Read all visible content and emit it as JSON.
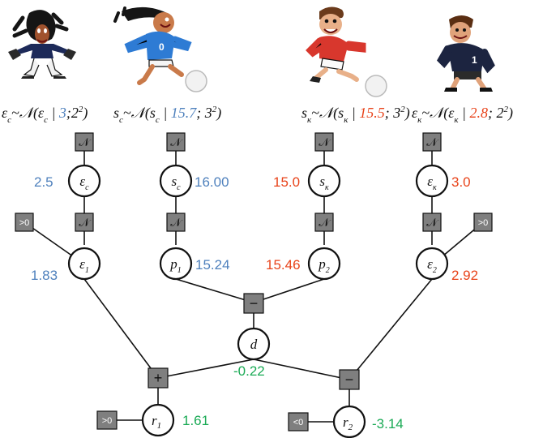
{
  "colors": {
    "blue": "#4F81BD",
    "red": "#E8431A",
    "green": "#1AAA55",
    "factor_fill": "#7f7f7f",
    "line": "#111111"
  },
  "players": [
    {
      "name": "goalkeeper-team-c",
      "icon": "cartoon-goalkeeper-blue-kit",
      "prior": {
        "var": "ε",
        "sub": "с",
        "mean": "3",
        "var2": "2",
        "mean_color": "blue",
        "sep": ";"
      }
    },
    {
      "name": "striker-team-c",
      "icon": "cartoon-striker-blue-kit",
      "prior": {
        "var": "s",
        "sub": "с",
        "mean": "15.7",
        "var2": "3",
        "mean_color": "blue",
        "sep": "; "
      }
    },
    {
      "name": "striker-team-k",
      "icon": "cartoon-striker-red-kit",
      "prior": {
        "var": "s",
        "sub": "к",
        "mean": "15.5",
        "var2": "3",
        "mean_color": "red",
        "sep": "; "
      }
    },
    {
      "name": "goalkeeper-team-k",
      "icon": "cartoon-goalkeeper-dark-kit",
      "prior": {
        "var": "ε",
        "sub": "к",
        "mean": "2.8",
        "var2": "2",
        "mean_color": "red",
        "sep": "; "
      }
    }
  ],
  "factors": {
    "normal": "𝒩",
    "minus": "−",
    "plus": "+",
    "gt0": ">0",
    "lt0": "<0"
  },
  "nodes": {
    "eps_c": {
      "label": "ε",
      "sub": "с",
      "value": "2.5",
      "color": "blue"
    },
    "s_c": {
      "label": "s",
      "sub": "с",
      "value": "16.00",
      "color": "blue"
    },
    "s_k": {
      "label": "s",
      "sub": "к",
      "value": "15.0",
      "color": "red"
    },
    "eps_k": {
      "label": "ε",
      "sub": "к",
      "value": "3.0",
      "color": "red"
    },
    "eps_1": {
      "label": "ε",
      "sub": "1",
      "value": "1.83",
      "color": "blue"
    },
    "p_1": {
      "label": "p",
      "sub": "1",
      "value": "15.24",
      "color": "blue"
    },
    "p_2": {
      "label": "p",
      "sub": "2",
      "value": "15.46",
      "color": "red"
    },
    "eps_2": {
      "label": "ε",
      "sub": "2",
      "value": "2.92",
      "color": "red"
    },
    "d": {
      "label": "d",
      "sub": "",
      "value": "-0.22",
      "color": "green"
    },
    "r_1": {
      "label": "r",
      "sub": "1",
      "value": "1.61",
      "color": "green"
    },
    "r_2": {
      "label": "r",
      "sub": "2",
      "value": "-3.14",
      "color": "green"
    }
  }
}
